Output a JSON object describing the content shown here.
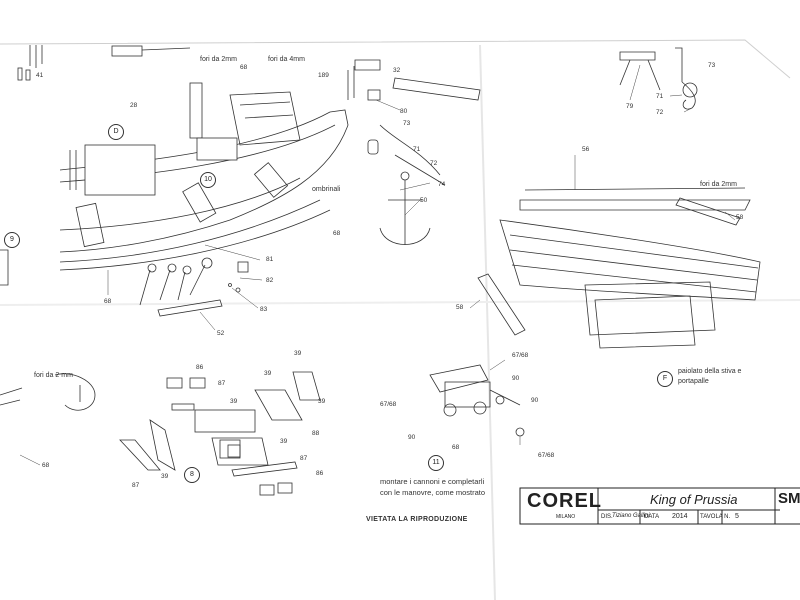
{
  "sheet": {
    "paper_color": "#f7f7f7",
    "line_color": "#333333",
    "notes": {
      "fori_2mm_top": "fori da 2mm",
      "fori_2mm_right": "fori da 2mm",
      "fori_2_mm_left": "fori da 2 mm",
      "ombrinali": "ombrinali",
      "paiolato": "paiolato della stiva e",
      "portapalle": "portapalle",
      "cannoni_line1": "montare i cannoni e completarli",
      "cannoni_line2": "con le manovre, come mostrato",
      "riproduzione": "VIETATA LA RIPRODUZIONE"
    },
    "steps": {
      "D": "D",
      "ten": "10",
      "nine": "9",
      "eight": "8",
      "eleven": "11",
      "F": "F"
    },
    "part_numbers": {
      "n41": "41",
      "n68a": "68",
      "n189": "189",
      "n32": "32",
      "n80": "80",
      "n28": "28",
      "n73a": "73",
      "n71a": "71",
      "n72a": "72",
      "n74": "74",
      "n50": "50",
      "n68b": "68",
      "n81": "81",
      "n82": "82",
      "n83": "83",
      "n52": "52",
      "n68c": "68",
      "n73b": "73",
      "n71b": "71",
      "n72b": "72",
      "n79": "79",
      "n56": "56",
      "n58a": "58",
      "n58b": "58",
      "n86a": "86",
      "n87a": "87",
      "n39a": "39",
      "n39b": "39",
      "n39c": "39",
      "n88": "88",
      "n39d": "39",
      "n87b": "87",
      "n39e": "39",
      "n87c": "87",
      "n86b": "86",
      "n39f": "39",
      "n68d": "68",
      "n6768a": "67/68",
      "n90a": "90",
      "n6768b": "67/68",
      "n90b": "90",
      "n90c": "90",
      "n68e": "68",
      "n6768c": "67/68"
    }
  },
  "title_block": {
    "brand": "COREL",
    "city": "MILANO",
    "title": "King of Prussia",
    "dis_label": "DIS.",
    "designer": "Tiziano Gallini",
    "data_label": "DATA",
    "year": "2014",
    "tavola_label": "TAVOLA N.",
    "tavola_number": "5",
    "code_partial": "SM"
  }
}
